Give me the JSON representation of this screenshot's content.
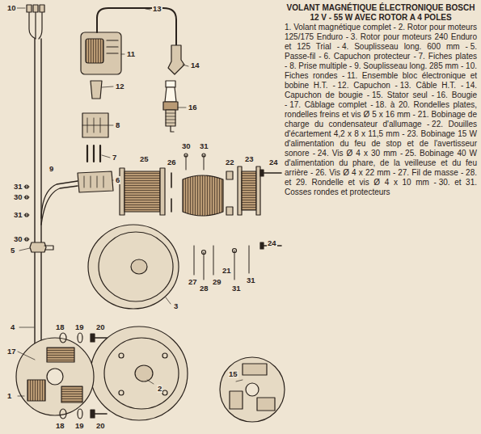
{
  "diagram": {
    "title": "VOLANT MAGNÉTIQUE ÉLECTRONIQUE BOSCH 12 V - 55 W AVEC ROTOR A 4 POLES",
    "labels": [
      "10",
      "13",
      "11",
      "14",
      "12",
      "16",
      "8",
      "7",
      "6",
      "9",
      "25",
      "26",
      "30",
      "31",
      "22",
      "23",
      "24",
      "31",
      "30",
      "31",
      "30",
      "24",
      "5",
      "27",
      "28",
      "29",
      "21",
      "31",
      "31",
      "3",
      "4",
      "17",
      "18",
      "19",
      "20",
      "2",
      "15",
      "1",
      "18",
      "19",
      "20",
      "1. Volant magnétique complet -",
      "2. Rotor pour moteurs 125/175 Enduro -",
      "3. Rotor pour moteurs 240 Enduro et 125 Trial -",
      "4. Souplisseau long. 600 mm -",
      "5. Passe-fil -",
      "6. Capuchon protecteur -",
      "7. Fiches plates -",
      "8. Prise multiple -",
      "9. Souplisseau long. 285 mm -",
      "10. Fiches rondes -",
      "11. Ensemble bloc électronique et bobine H.T. -",
      "12. Capuchon -",
      "13. Câble H.T. -",
      "14. Capuchon de bougie -",
      "15. Stator seul -",
      "16. Bougie -",
      "17. Câblage complet -",
      "18. à 20. Rondelles plates, rondelles freins et vis Ø 5 x 16 mm -",
      "21. Bobinage de charge du condensateur d'allumage -",
      "22. Douilles d'écartement 4,2 x 8 x 11,5 mm -",
      "23. Bobinage 15 W d'alimentation du feu de stop et de l'avertisseur sonore -",
      "24. Vis Ø 4 x 30 mm -",
      "25. Bobinage 40 W d'alimentation du phare, de la veilleuse et du feu arrière -",
      "26. Vis Ø 4 x 22 mm -",
      "27. Fil de masse -",
      "28. et 29. Rondelle et vis Ø 4 x 10 mm -",
      "30. et 31. Cosses rondes et protecteurs"
    ]
  }
}
